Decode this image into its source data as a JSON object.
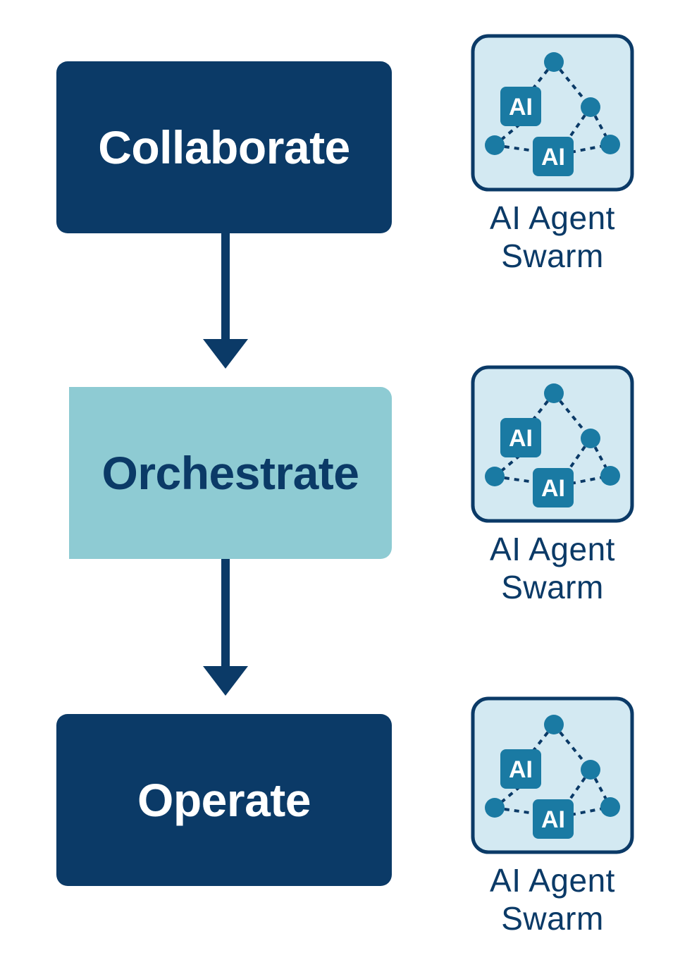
{
  "stages": [
    {
      "label": "Collaborate"
    },
    {
      "label": "Orchestrate"
    },
    {
      "label": "Operate"
    }
  ],
  "swarms": [
    {
      "line1": "AI Agent",
      "line2": "Swarm",
      "badge_top": "AI",
      "badge_bottom": "AI"
    },
    {
      "line1": "AI Agent",
      "line2": "Swarm",
      "badge_top": "AI",
      "badge_bottom": "AI"
    },
    {
      "line1": "AI Agent",
      "line2": "Swarm",
      "badge_top": "AI",
      "badge_bottom": "AI"
    }
  ],
  "colors": {
    "dark_navy": "#0b3a67",
    "light_teal": "#8ecbd3",
    "icon_bg": "#d3e9f2",
    "node_blue": "#1a7aa3"
  }
}
